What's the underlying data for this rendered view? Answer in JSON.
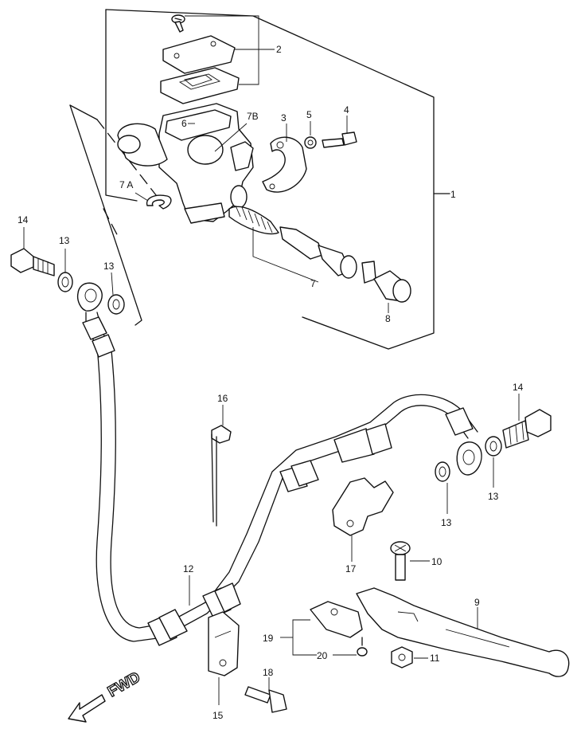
{
  "diagram": {
    "labels": {
      "p1": "1",
      "p2": "2",
      "p3": "3",
      "p4": "4",
      "p5": "5",
      "p6": "6",
      "p7": "7",
      "p7a": "7 A",
      "p7b": "7B",
      "p8": "8",
      "p9": "9",
      "p10": "10",
      "p11": "11",
      "p12": "12",
      "p13a": "13",
      "p13b": "13",
      "p13c": "13",
      "p13d": "13",
      "p14a": "14",
      "p14b": "14",
      "p15": "15",
      "p16": "16",
      "p17": "17",
      "p18": "18",
      "p19": "19",
      "p20": "20"
    },
    "direction": "FWD"
  }
}
